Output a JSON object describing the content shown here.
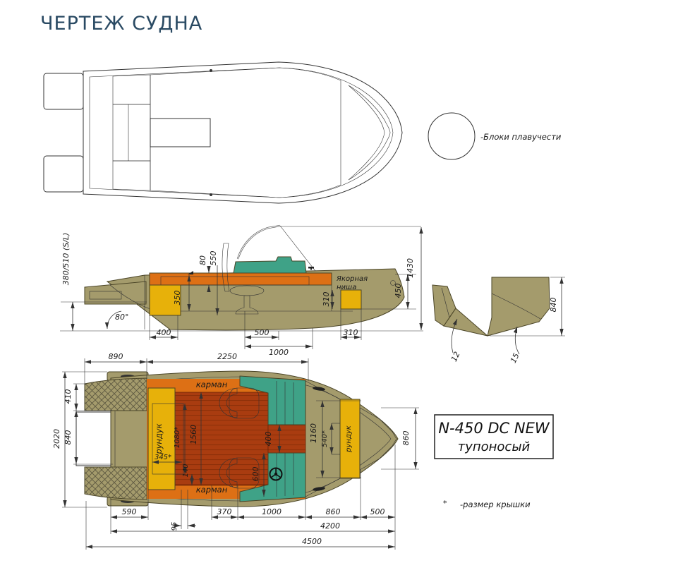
{
  "title": "ЧЕРТЕЖ СУДНА",
  "legend": {
    "label": "-Блоки плавучести"
  },
  "model_box": {
    "line1": "N-450 DC NEW",
    "line2": "тупоносый"
  },
  "footnote": {
    "marker": "*",
    "text": "-размер крышки"
  },
  "colors": {
    "hull": "#a49b6c",
    "orange": "#dd7015",
    "yellow": "#e7b10a",
    "floor_red": "#a93c10",
    "teal": "#3fa287",
    "seat_blue": "#85bae5",
    "title": "#2a4a63",
    "line": "#333333"
  },
  "side_view": {
    "anchor_niche_line1": "Якорная",
    "anchor_niche_line2": "ниша",
    "dim_transom_height": "380/510 (S/L)",
    "dim_angle": "80°",
    "dim_80": "80",
    "dim_550": "550",
    "dim_350": "350",
    "dim_400": "400",
    "dim_500": "500",
    "dim_1000": "1000",
    "dim_310_v": "310",
    "dim_310_b": "310",
    "dim_450": "450",
    "dim_1430": "1430"
  },
  "transom_view": {
    "dim_840": "840",
    "dim_12": "12",
    "dim_15": "15"
  },
  "plan_view": {
    "pocket_label": "карман",
    "stern_locker_label": "рундук",
    "bow_locker_label": "рундук",
    "dim_890": "890",
    "dim_2250": "2250",
    "dim_410": "410",
    "dim_840": "840",
    "dim_2020": "2020",
    "dim_345": "345*",
    "dim_1080": "1080*",
    "dim_1560": "1560",
    "dim_140": "140",
    "dim_400": "400",
    "dim_600": "600",
    "dim_1160": "1160",
    "dim_540": "540*",
    "dim_860_bow": "860",
    "dim_590": "590",
    "dim_95": "95",
    "dim_370": "370",
    "dim_1000": "1000",
    "dim_860": "860",
    "dim_500": "500",
    "dim_4200": "4200",
    "dim_4500": "4500"
  }
}
